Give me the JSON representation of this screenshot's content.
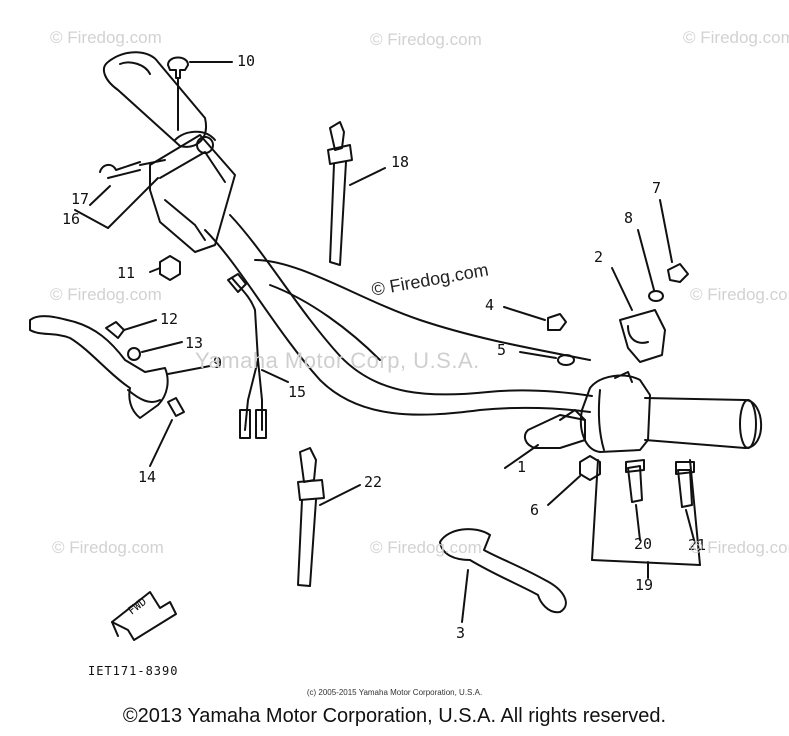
{
  "watermarks": {
    "text": "© Firedog.com",
    "feature": "© Firedog.com",
    "center": "Yamaha Motor Corp, U.S.A."
  },
  "callouts": [
    "1",
    "2",
    "3",
    "4",
    "5",
    "6",
    "7",
    "8",
    "9",
    "10",
    "11",
    "12",
    "13",
    "14",
    "15",
    "16",
    "17",
    "18",
    "19",
    "20",
    "21",
    "22"
  ],
  "fwd_label": "FWD",
  "part_number": "IET171-8390",
  "copyright_small": "(c) 2005-2015 Yamaha Motor Corporation, U.S.A.",
  "copyright_footer": "©2013 Yamaha Motor Corporation, U.S.A. All rights reserved."
}
